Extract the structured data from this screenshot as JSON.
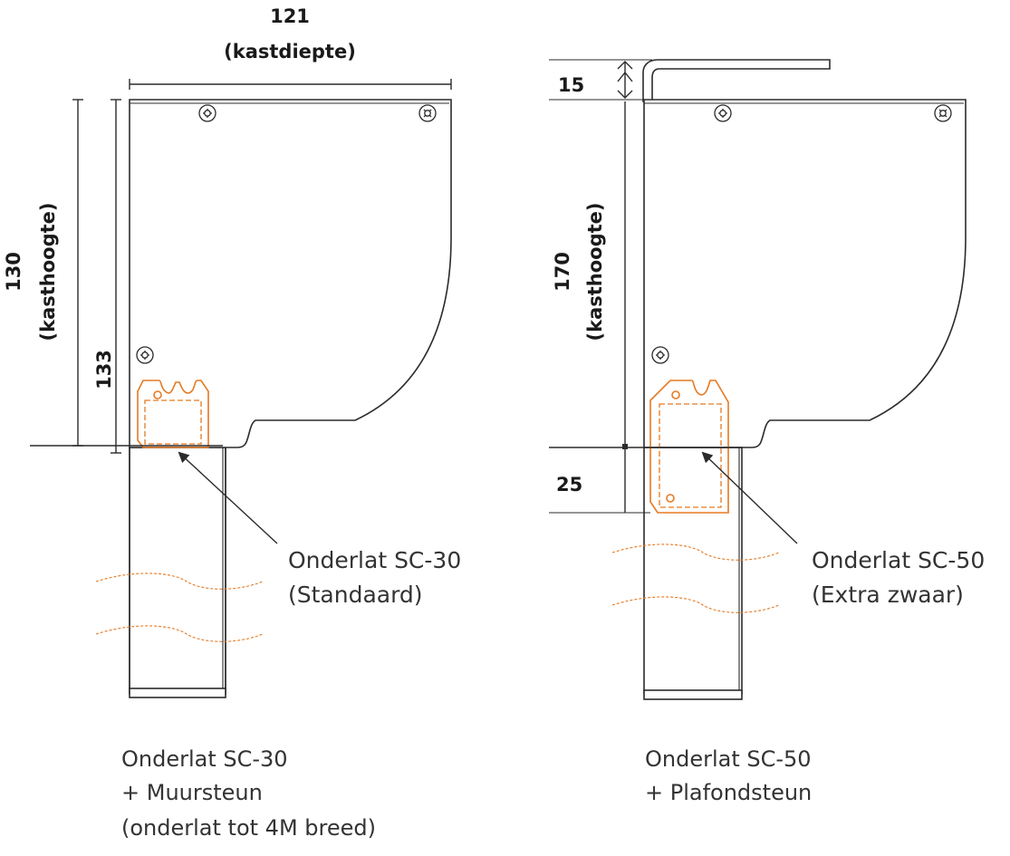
{
  "left": {
    "width_value": "121",
    "width_label": "(kastdiepte)",
    "height_value": "130",
    "height_label": "(kasthoogte)",
    "inner_height_value": "133",
    "callout_line1": "Onderlat SC-30",
    "callout_line2": "(Standaard)",
    "caption_line1": "Onderlat  SC-30",
    "caption_line2": "+ Muursteun",
    "caption_line3": "(onderlat tot 4M breed)"
  },
  "right": {
    "top_value": "15",
    "height_value": "170",
    "height_label": "(kasthoogte)",
    "bottom_value": "25",
    "callout_line1": "Onderlat SC-50",
    "callout_line2": "(Extra zwaar)",
    "caption_line1": "Onderlat SC-50",
    "caption_line2": "+ Plafondsteun"
  },
  "colors": {
    "line": "#2b2b2b",
    "accent_orange": "#e57a23",
    "text": "#333333"
  }
}
